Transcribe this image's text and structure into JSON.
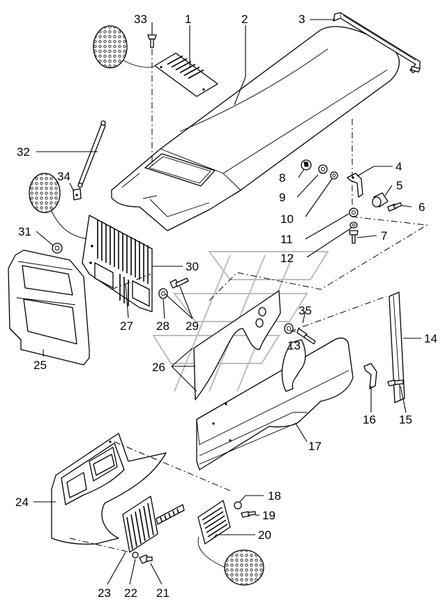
{
  "callouts": [
    {
      "id": "33",
      "text": "33"
    },
    {
      "id": "1",
      "text": "1"
    },
    {
      "id": "2",
      "text": "2"
    },
    {
      "id": "3",
      "text": "3"
    },
    {
      "id": "32",
      "text": "32"
    },
    {
      "id": "34",
      "text": "34"
    },
    {
      "id": "4",
      "text": "4"
    },
    {
      "id": "8",
      "text": "8"
    },
    {
      "id": "9",
      "text": "9"
    },
    {
      "id": "5",
      "text": "5"
    },
    {
      "id": "6",
      "text": "6"
    },
    {
      "id": "10",
      "text": "10"
    },
    {
      "id": "31",
      "text": "31"
    },
    {
      "id": "11",
      "text": "11"
    },
    {
      "id": "7",
      "text": "7"
    },
    {
      "id": "12",
      "text": "12"
    },
    {
      "id": "30",
      "text": "30"
    },
    {
      "id": "35",
      "text": "35"
    },
    {
      "id": "27",
      "text": "27"
    },
    {
      "id": "28",
      "text": "28"
    },
    {
      "id": "29",
      "text": "29"
    },
    {
      "id": "13",
      "text": "13"
    },
    {
      "id": "14",
      "text": "14"
    },
    {
      "id": "25",
      "text": "25"
    },
    {
      "id": "26",
      "text": "26"
    },
    {
      "id": "16",
      "text": "16"
    },
    {
      "id": "15",
      "text": "15"
    },
    {
      "id": "17",
      "text": "17"
    },
    {
      "id": "18",
      "text": "18"
    },
    {
      "id": "24",
      "text": "24"
    },
    {
      "id": "19",
      "text": "19"
    },
    {
      "id": "20",
      "text": "20"
    },
    {
      "id": "23",
      "text": "23"
    },
    {
      "id": "22",
      "text": "22"
    },
    {
      "id": "21",
      "text": "21"
    }
  ]
}
